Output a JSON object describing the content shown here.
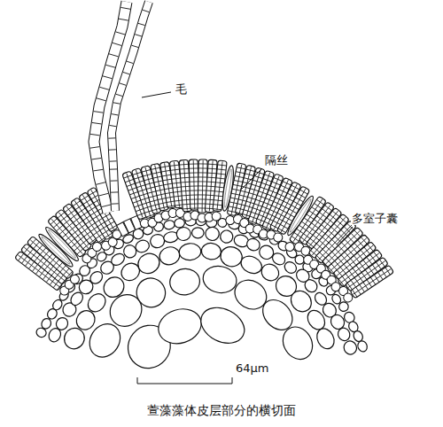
{
  "diagram": {
    "caption": "萱藻藻体皮层部分的横切面",
    "labels": [
      "毛",
      "隔丝",
      "多室子囊",
      "64μm"
    ]
  }
}
